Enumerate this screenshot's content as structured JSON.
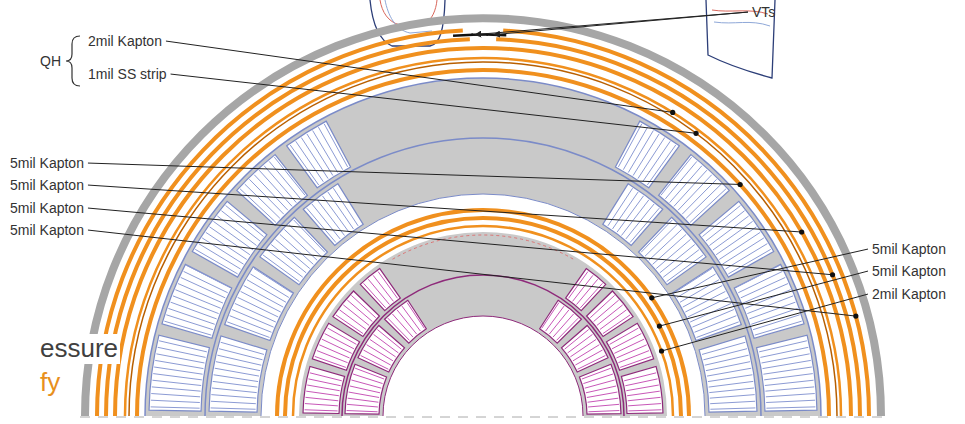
{
  "diagram": {
    "labels": [
      "VTs",
      "QH",
      "2mil Kapton",
      "1mil SS strip",
      "5mil Kapton",
      "5mil Kapton",
      "5mil Kapton",
      "5mil Kapton",
      "5mil Kapton",
      "5mil Kapton",
      "2mil Kapton",
      "essure",
      "fy"
    ]
  }
}
